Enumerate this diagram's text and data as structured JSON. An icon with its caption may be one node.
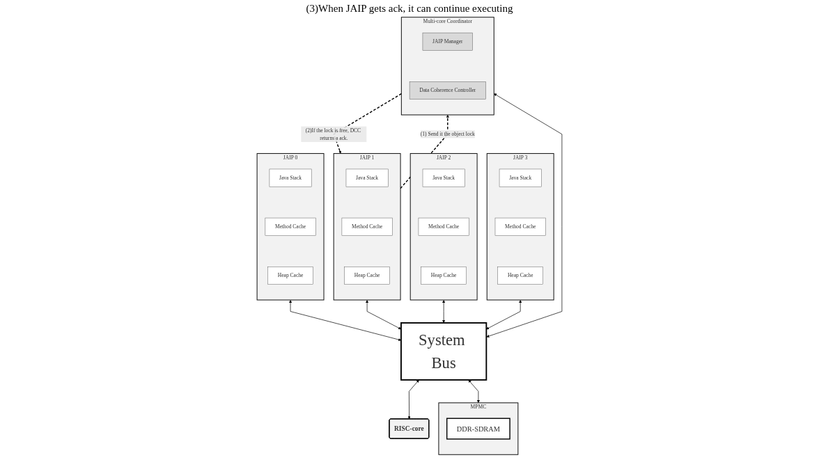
{
  "diagram": {
    "nodes": [
      {
        "text": [
          "JAIP 0"
        ]
      },
      {
        "text": [
          "Java Stack"
        ],
        "in": 0
      },
      {
        "text": [
          "Method Cache"
        ],
        "in": 0
      },
      {
        "text": [
          "Heap Cache"
        ],
        "in": 0
      },
      {
        "text": [
          "JAIP 1"
        ]
      },
      {
        "text": [
          "Java Stack"
        ],
        "in": 4
      },
      {
        "text": [
          "Method Cache"
        ],
        "in": 4
      },
      {
        "text": [
          "Heap Cache"
        ],
        "in": 4
      },
      {
        "text": [
          "JAIP 2"
        ]
      },
      {
        "text": [
          "Java Stack"
        ],
        "in": 8
      },
      {
        "text": [
          "Method Cache"
        ],
        "in": 8
      },
      {
        "text": [
          "Heap Cache"
        ],
        "in": 8
      },
      {
        "text": [
          "JAIP 3"
        ]
      },
      {
        "text": [
          "Java Stack"
        ],
        "in": 12
      },
      {
        "text": [
          "Method Cache"
        ],
        "in": 12
      },
      {
        "text": [
          "Heap Cache"
        ],
        "in": 12
      },
      {
        "text": [
          "System Bus"
        ]
      },
      {
        "text": [
          "RISC-core"
        ]
      },
      {
        "text": [
          "Multi-core Coordinator"
        ]
      },
      {
        "text": [
          "JAIP Manager"
        ],
        "in": 18
      },
      {
        "text": [
          "Data Coherence Controller"
        ],
        "in": 18
      },
      {
        "text": [
          "MPMC"
        ]
      },
      {
        "text": [
          "DDR-SDRAM"
        ],
        "in": 21
      }
    ],
    "edges": [
      {
        "from": 0,
        "to": 16,
        "arrow": "both"
      },
      {
        "from": 4,
        "to": 16,
        "arrow": "both"
      },
      {
        "from": 8,
        "to": 16,
        "arrow": "both"
      },
      {
        "from": 12,
        "to": 16,
        "arrow": "both"
      },
      {
        "from": 16,
        "to": 17,
        "arrow": "both"
      },
      {
        "from": 16,
        "to": 18,
        "arrow": "both"
      },
      {
        "from": 16,
        "to": 21,
        "arrow": "both"
      },
      {
        "from": 4,
        "to": 18,
        "arrow": "to",
        "style": "dashed",
        "label": "(1) Send it the object lock"
      },
      {
        "from": 18,
        "to": 4,
        "arrow": "to",
        "style": "dashed",
        "label": "(2)If the lock is free, DCC returns a ack."
      }
    ],
    "labels": [
      "(3)When JAIP gets ack, it can continue executing"
    ]
  }
}
